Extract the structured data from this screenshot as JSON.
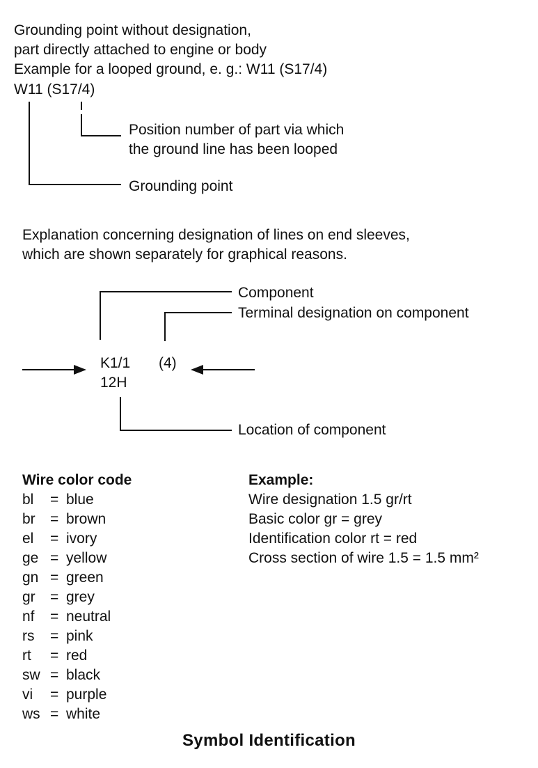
{
  "grounding": {
    "line1": "Grounding point without designation,",
    "line2": "part directly attached to engine or body",
    "line3": "Example for a looped ground, e. g.: W11 (S17/4)",
    "code": "W11 (S17/4)",
    "position_label_1": "Position number of part via which",
    "position_label_2": "the ground line has been looped",
    "grounding_label": "Grounding point"
  },
  "sleeves": {
    "line1": "Explanation concerning designation of lines on end sleeves,",
    "line2": "which are shown separately for graphical reasons.",
    "component_label": "Component",
    "terminal_label": "Terminal designation on component",
    "code_component": "K1/1",
    "code_terminal": "(4)",
    "code_location": "12H",
    "location_label": "Location of component"
  },
  "wire_colors": {
    "heading": "Wire color code",
    "items": [
      {
        "code": "bl",
        "name": "blue"
      },
      {
        "code": "br",
        "name": "brown"
      },
      {
        "code": "el",
        "name": "ivory"
      },
      {
        "code": "ge",
        "name": "yellow"
      },
      {
        "code": "gn",
        "name": "green"
      },
      {
        "code": "gr",
        "name": "grey"
      },
      {
        "code": "nf",
        "name": "neutral"
      },
      {
        "code": "rs",
        "name": "pink"
      },
      {
        "code": "rt",
        "name": "red"
      },
      {
        "code": "sw",
        "name": "black"
      },
      {
        "code": "vi",
        "name": "purple"
      },
      {
        "code": "ws",
        "name": "white"
      }
    ]
  },
  "example": {
    "heading": "Example:",
    "line1": "Wire designation 1.5 gr/rt",
    "line2": "Basic color gr = grey",
    "line3": "Identification color rt = red",
    "line4": "Cross section of wire 1.5 = 1.5 mm²"
  },
  "footer": {
    "title": "Symbol Identification"
  }
}
